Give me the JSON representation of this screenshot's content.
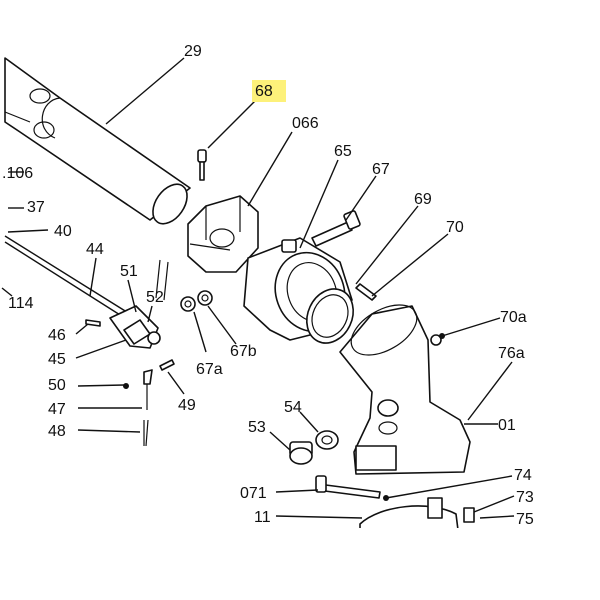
{
  "diagram": {
    "highlight_color": "#fdf17a",
    "labels": {
      "l29": "29",
      "l68": "68",
      "l066": "066",
      "l65": "65",
      "l67": "67",
      "l69": "69",
      "l70": "70",
      "l106": ".106",
      "l37": "37",
      "l40": "40",
      "l44": "44",
      "l51": "51",
      "l52": "52",
      "l114": "114",
      "l46": "46",
      "l45": "45",
      "l67b": "67b",
      "l67a": "67a",
      "l70a": "70a",
      "l76a": "76a",
      "l50": "50",
      "l49": "49",
      "l47": "47",
      "l48": "48",
      "l54": "54",
      "l53": "53",
      "l01": "01",
      "l74": "74",
      "l071": "071",
      "l73": "73",
      "l11": "11",
      "l75": "75"
    }
  }
}
